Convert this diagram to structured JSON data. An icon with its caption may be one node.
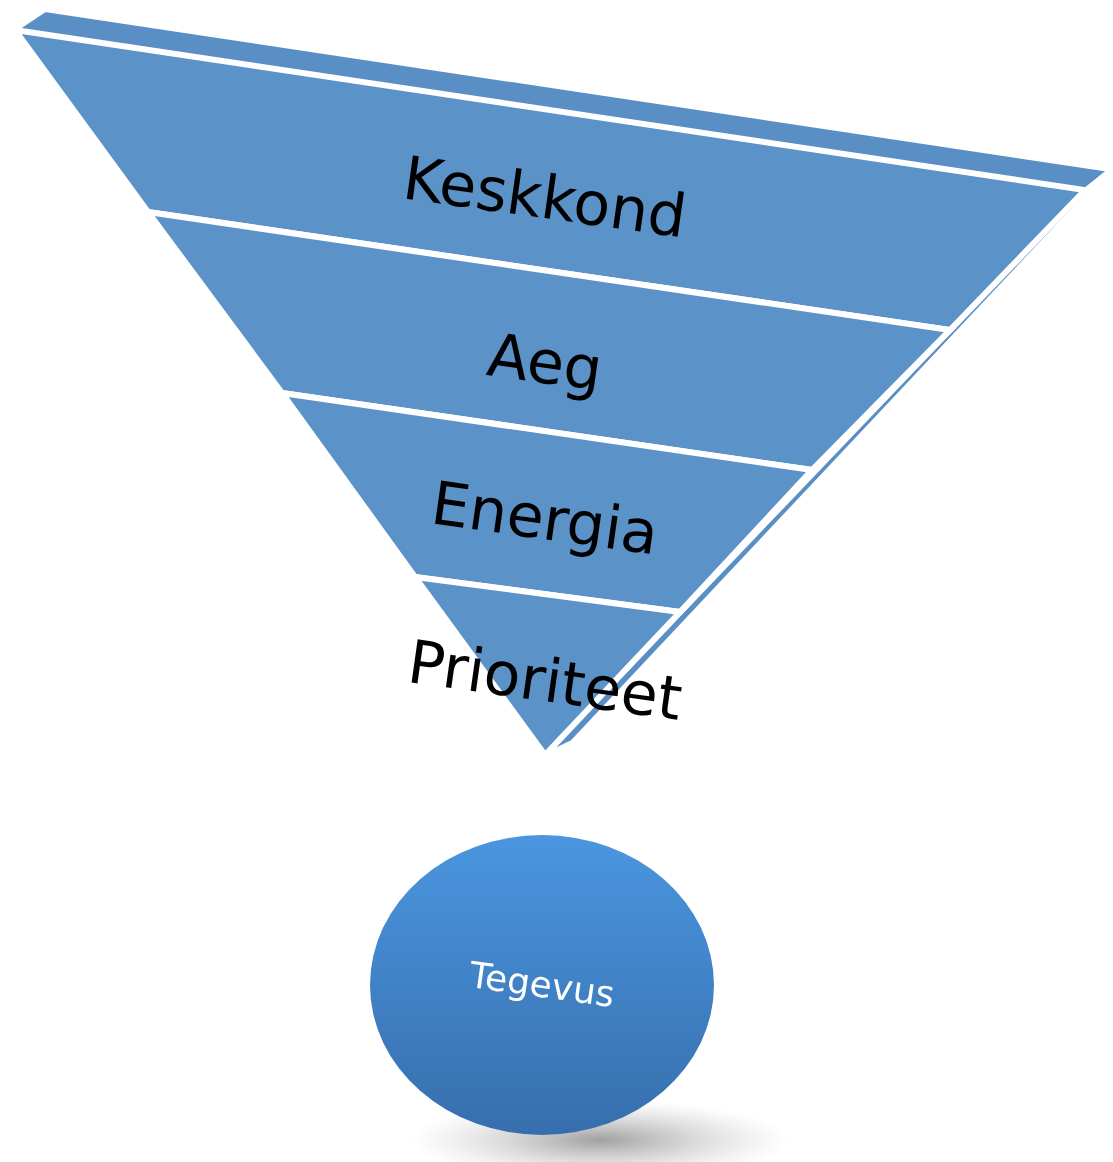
{
  "diagram": {
    "nodes": [
      {
        "text": [
          "Keskkond"
        ]
      },
      {
        "text": [
          "Aeg"
        ]
      },
      {
        "text": [
          "Energia"
        ]
      },
      {
        "text": [
          "Prioriteet"
        ]
      },
      {
        "text": [
          "Tegevus"
        ]
      }
    ]
  }
}
